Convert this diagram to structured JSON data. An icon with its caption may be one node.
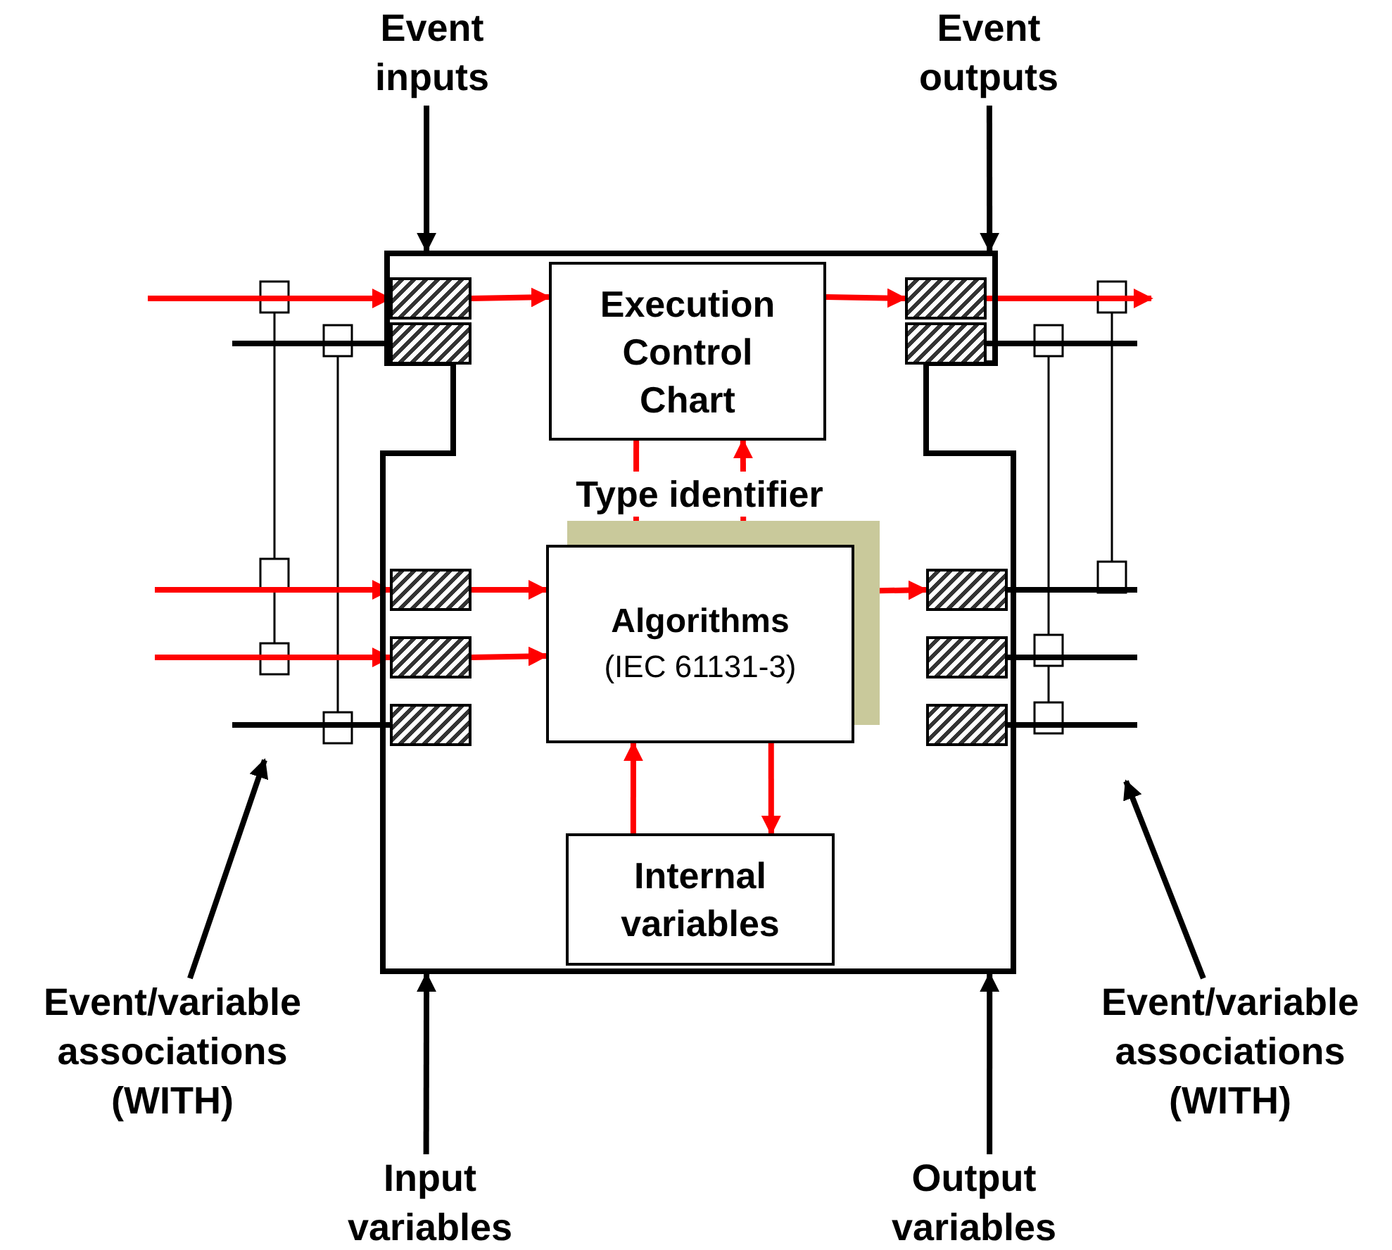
{
  "diagram": {
    "nodes": [
      {
        "text": [
          "Event inputs"
        ]
      },
      {
        "text": [
          "Event outputs"
        ]
      },
      {
        "text": [
          "Type identifier"
        ]
      },
      {
        "text": [
          "Execution Control Chart"
        ],
        "in": 2
      },
      {
        "text": [
          "Algorithms",
          "(IEC 61131-3)"
        ],
        "in": 2
      },
      {
        "text": [
          "Internal variables"
        ],
        "in": 2
      },
      {
        "text": [
          "Event/variable associations (WITH)"
        ]
      },
      {
        "text": [
          "Event/variable associations (WITH)"
        ]
      },
      {
        "text": [
          "Input variables"
        ]
      },
      {
        "text": [
          "Output variables"
        ]
      },
      {
        "text": [],
        "shape": "box",
        "in": 2
      },
      {
        "text": [],
        "shape": "box",
        "in": 2
      },
      {
        "text": [],
        "shape": "box",
        "in": 2
      },
      {
        "text": [],
        "shape": "box",
        "in": 2
      },
      {
        "text": [],
        "shape": "box",
        "in": 2
      },
      {
        "text": [],
        "shape": "box",
        "in": 2
      },
      {
        "text": [],
        "shape": "box",
        "in": 2
      },
      {
        "text": [],
        "shape": "box",
        "in": 2
      },
      {
        "text": [],
        "shape": "box",
        "in": 2
      },
      {
        "text": [],
        "shape": "box",
        "in": 2
      }
    ],
    "edges": [
      {
        "from": 0,
        "to": 2,
        "arrow": "to",
        "color": "#000000"
      },
      {
        "from": 1,
        "to": 2,
        "arrow": "to",
        "color": "#000000"
      },
      {
        "from": 6,
        "to": null,
        "arrow": "to",
        "color": "#000000"
      },
      {
        "from": 7,
        "to": null,
        "arrow": "to",
        "color": "#000000"
      },
      {
        "from": 8,
        "to": 2,
        "arrow": "to",
        "color": "#000000"
      },
      {
        "from": 9,
        "to": 2,
        "arrow": "to",
        "color": "#000000"
      },
      {
        "from": null,
        "to": 10,
        "arrow": "to",
        "color": "#ff0000"
      },
      {
        "from": 10,
        "to": 3,
        "arrow": "to",
        "color": "#ff0000"
      },
      {
        "from": 3,
        "to": 15,
        "arrow": "to",
        "color": "#ff0000"
      },
      {
        "from": 15,
        "to": null,
        "arrow": "to",
        "color": "#ff0000"
      },
      {
        "from": 11,
        "to": null,
        "arrow": "none",
        "color": "#000000"
      },
      {
        "from": null,
        "to": 12,
        "arrow": "to",
        "color": "#ff0000"
      },
      {
        "from": null,
        "to": 13,
        "arrow": "to",
        "color": "#ff0000"
      },
      {
        "from": 14,
        "to": null,
        "arrow": "none",
        "color": "#000000"
      },
      {
        "from": 12,
        "to": 4,
        "arrow": "to",
        "color": "#ff0000"
      },
      {
        "from": 13,
        "to": 4,
        "arrow": "to",
        "color": "#ff0000"
      },
      {
        "from": 3,
        "to": 4,
        "arrow": "to",
        "color": "#ff0000"
      },
      {
        "from": 4,
        "to": 3,
        "arrow": "to",
        "color": "#ff0000"
      },
      {
        "from": 4,
        "to": 17,
        "arrow": "to",
        "color": "#ff0000"
      },
      {
        "from": 4,
        "to": 5,
        "arrow": "to",
        "color": "#ff0000"
      },
      {
        "from": 5,
        "to": 4,
        "arrow": "to",
        "color": "#ff0000"
      },
      {
        "from": 16,
        "to": null,
        "arrow": "none",
        "color": "#000000"
      },
      {
        "from": 17,
        "to": null,
        "arrow": "none",
        "color": "#000000"
      },
      {
        "from": 18,
        "to": null,
        "arrow": "none",
        "color": "#000000"
      },
      {
        "from": 19,
        "to": null,
        "arrow": "none",
        "color": "#000000"
      }
    ]
  }
}
